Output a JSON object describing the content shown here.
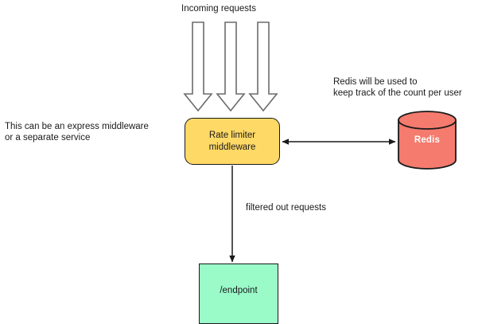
{
  "diagram": {
    "title_top": "Incoming requests",
    "nodes": {
      "rate_limiter": {
        "label": "Rate limiter\nmiddleware",
        "fill": "#FFD966",
        "shape": "rounded-rect"
      },
      "endpoint": {
        "label": "/endpoint",
        "fill": "#9AFBC9",
        "shape": "rect"
      },
      "redis": {
        "label": "Redis",
        "fill": "#F47B6E",
        "text_color": "#FFFFFF",
        "shape": "cylinder"
      }
    },
    "annotations": {
      "left_note": "This can be an express middleware\nor a separate service",
      "redis_note": "Redis will be used to\nkeep track of the count per user",
      "filtered_edge_label": "filtered out requests"
    },
    "edges": [
      {
        "from": "incoming",
        "to": "rate_limiter",
        "style": "block-arrow",
        "count": 3
      },
      {
        "from": "rate_limiter",
        "to": "redis",
        "style": "double-arrow"
      },
      {
        "from": "rate_limiter",
        "to": "endpoint",
        "style": "arrow",
        "label": "filtered out requests"
      }
    ],
    "colors": {
      "stroke": "#1a1a1a",
      "block_arrow_stroke": "#6b6b6b",
      "background": "#FFFFFF"
    }
  }
}
